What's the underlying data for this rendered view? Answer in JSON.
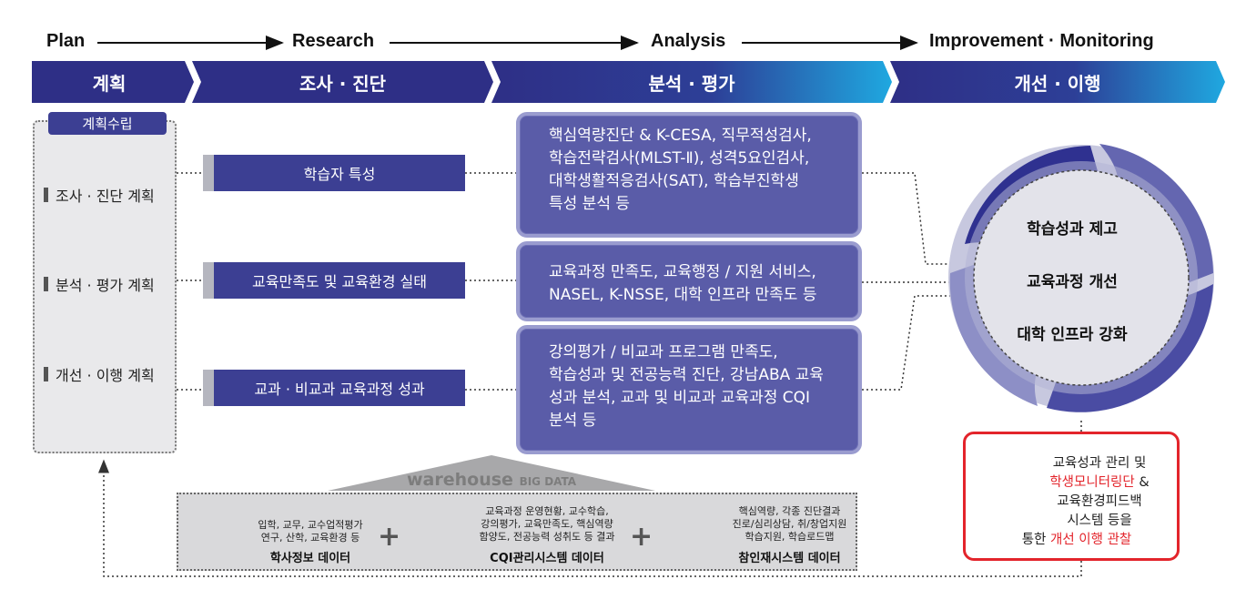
{
  "stages": [
    "Plan",
    "Research",
    "Analysis",
    "Improvement · Monitoring"
  ],
  "bands": [
    "계획",
    "조사 · 진단",
    "분석 · 평가",
    "개선 · 이행"
  ],
  "plan": {
    "title": "계획수립",
    "items": [
      "조사 · 진단 계획",
      "분석 · 평가 계획",
      "개선 · 이행 계획"
    ]
  },
  "research": [
    "학습자 특성",
    "교육만족도 및 교육환경 실태",
    "교과 · 비교과 교육과정 성과"
  ],
  "analysis": [
    [
      "핵심역량진단 & K-CESA, 직무적성검사,",
      "학습전략검사(MLST-Ⅱ), 성격5요인검사,",
      "대학생활적응검사(SAT), 학습부진학생",
      "특성 분석 등"
    ],
    [
      "교육과정 만족도, 교육행정 / 지원 서비스,",
      "NASEL, K-NSSE, 대학 인프라 만족도 등"
    ],
    [
      "강의평가 / 비교과 프로그램 만족도,",
      "학습성과 및 전공능력 진단, 강남ABA 교육",
      "성과 분석, 교과 및 비교과 교육과정 CQI",
      "분석 등"
    ]
  ],
  "cycle": [
    "학습성과 제고",
    "교육과정 개선",
    "대학 인프라 강화"
  ],
  "monitor": {
    "line1": "교육성과 관리 및",
    "line2_red": "학생모니터링단",
    "line2_tail": " &",
    "line3": "교육환경피드백",
    "line4": "시스템 등을",
    "line5_head": "통한 ",
    "line5_red": "개선 이행 관찰",
    "icon": "magnifier-icon"
  },
  "warehouse": {
    "title": "warehouse",
    "subtitle": "BIG DATA",
    "sources": [
      {
        "lines": [
          "입학, 교무, 교수업적평가",
          "연구, 산학, 교육환경 등"
        ],
        "label": "학사정보 데이터",
        "icon": "database-cloud-icon"
      },
      {
        "lines": [
          "교육과정 운영현황, 교수학습,",
          "강의평가, 교육만족도, 핵심역량",
          "함양도, 전공능력 성취도 등 결과"
        ],
        "label": "CQI관리시스템 데이터",
        "icon": "monitor-person-icon"
      },
      {
        "lines": [
          "핵심역량, 각종 진단결과",
          "진로/심리상담, 취/창업지원",
          "학습지원, 학습로드맵"
        ],
        "label": "참인재시스템 데이터",
        "icon": "monitor-chart-icon"
      }
    ],
    "plus": "+"
  },
  "colors": {
    "dark_band": "#2e2f86",
    "light_band": "#1fa8e0",
    "box": "#5a5ca8",
    "accent_red": "#e3242b"
  }
}
